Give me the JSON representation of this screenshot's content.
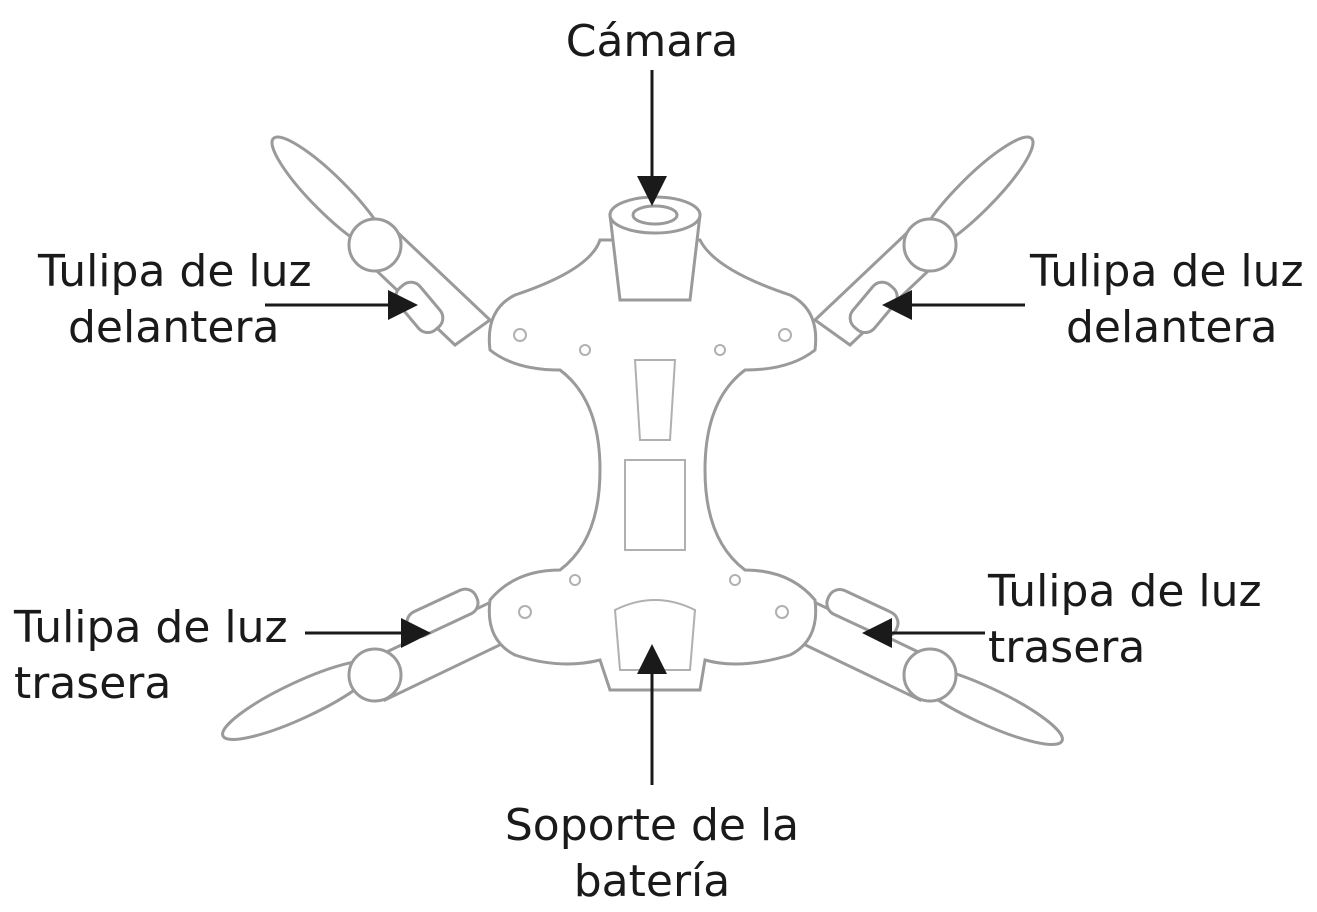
{
  "labels": {
    "camera": "Cámara",
    "front_left": {
      "line1": "Tulipa de luz",
      "line2": "delantera"
    },
    "front_right": {
      "line1": "Tulipa de luz",
      "line2": "delantera"
    },
    "rear_left": {
      "line1": "Tulipa de luz",
      "line2": "trasera"
    },
    "rear_right": {
      "line1": "Tulipa de luz",
      "line2": "trasera"
    },
    "battery": {
      "line1": "Soporte de la",
      "line2": "batería"
    }
  },
  "colors": {
    "line": "#1a1a1a",
    "drawing": "#9a9a9a"
  }
}
